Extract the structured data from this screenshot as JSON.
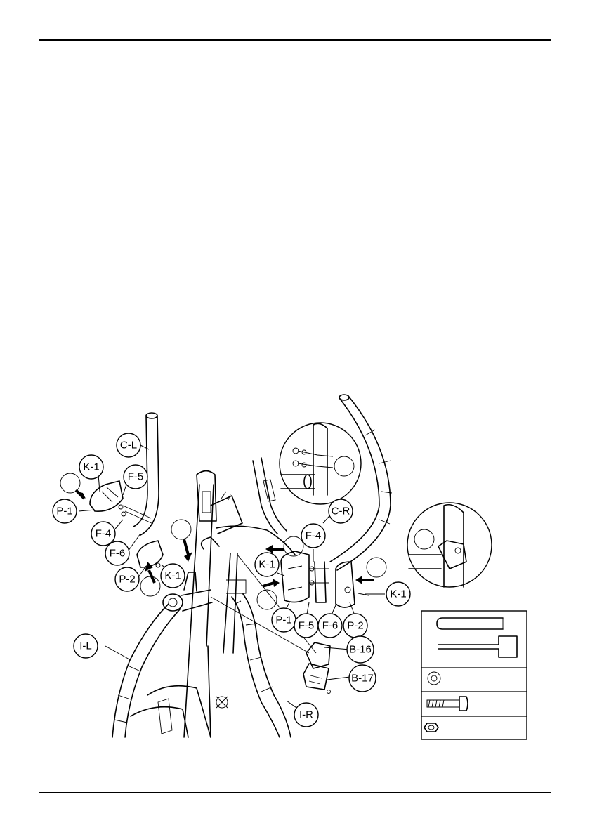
{
  "callouts": [
    {
      "id": "c-l",
      "label": "C-L"
    },
    {
      "id": "k-1-a",
      "label": "K-1"
    },
    {
      "id": "f-5-a",
      "label": "F-5"
    },
    {
      "id": "p-1-a",
      "label": "P-1"
    },
    {
      "id": "f-4-a",
      "label": "F-4"
    },
    {
      "id": "f-6-a",
      "label": "F-6"
    },
    {
      "id": "p-2-a",
      "label": "P-2"
    },
    {
      "id": "k-1-b",
      "label": "K-1"
    },
    {
      "id": "c-r",
      "label": "C-R"
    },
    {
      "id": "f-4-b",
      "label": "F-4"
    },
    {
      "id": "k-1-c",
      "label": "K-1"
    },
    {
      "id": "p-1-b",
      "label": "P-1"
    },
    {
      "id": "f-5-b",
      "label": "F-5"
    },
    {
      "id": "f-6-b",
      "label": "F-6"
    },
    {
      "id": "p-2-b",
      "label": "P-2"
    },
    {
      "id": "k-1-d",
      "label": "K-1"
    },
    {
      "id": "b-16",
      "label": "B-16"
    },
    {
      "id": "b-17",
      "label": "B-17"
    },
    {
      "id": "i-l",
      "label": "I-L"
    },
    {
      "id": "i-r",
      "label": "I-R"
    }
  ],
  "hardware_legend": [
    "allen-key-icon",
    "washer-icon",
    "bolt-icon",
    "nut-icon"
  ]
}
